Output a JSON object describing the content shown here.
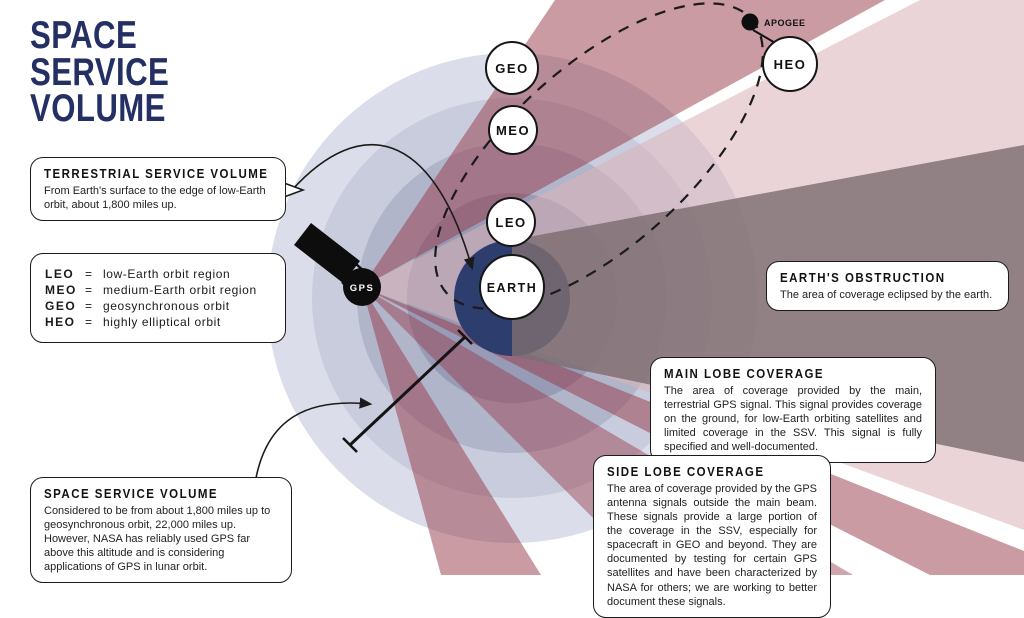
{
  "title": {
    "line1": "SPACE",
    "line2": "SERVICE",
    "line3": "VOLUME"
  },
  "callouts": {
    "terrestrial": {
      "heading": "TERRESTRIAL SERVICE VOLUME",
      "body": "From Earth's surface to the edge of low-Earth orbit, about 1,800 miles up."
    },
    "space": {
      "heading": "SPACE SERVICE VOLUME",
      "body": "Considered to be from about 1,800 miles up to geosynchronous orbit, 22,000 miles up. However, NASA has reliably used GPS far above this altitude and is considering applications of GPS in lunar orbit."
    },
    "main_lobe": {
      "heading": "MAIN LOBE COVERAGE",
      "body": "The area of coverage provided by the main, terrestrial GPS signal. This signal provides coverage on the ground, for low-Earth orbiting satellites and limited coverage in the SSV. This signal is fully specified and well-documented."
    },
    "side_lobe": {
      "heading": "SIDE LOBE COVERAGE",
      "body": "The area of coverage provided by the GPS antenna signals outside the main beam. These signals provide a large portion of the coverage in the SSV, especially for spacecraft in GEO and beyond. They are documented by testing for certain GPS satellites and have been characterized by NASA for others; we are working to better document these signals."
    },
    "earth_obstruction": {
      "heading": "EARTH'S OBSTRUCTION",
      "body": "The area of coverage eclipsed by the earth."
    }
  },
  "legend": {
    "eq": "=",
    "items": [
      {
        "abbr": "LEO",
        "definition": "low-Earth orbit region"
      },
      {
        "abbr": "MEO",
        "definition": "medium-Earth orbit region"
      },
      {
        "abbr": "GEO",
        "definition": "geosynchronous orbit"
      },
      {
        "abbr": "HEO",
        "definition": "highly elliptical orbit"
      }
    ]
  },
  "diagram": {
    "orbit_labels": {
      "geo": "GEO",
      "meo": "MEO",
      "leo": "LEO",
      "earth": "EARTH",
      "heo": "HEO"
    },
    "apogee_label": "APOGEE",
    "gps_label": "GPS"
  },
  "colors": {
    "title_navy": "#243063",
    "earth_navy": "#2c3d6e",
    "side_lobe_pink": "#cb9aa2",
    "main_lobe_pink": "#ecd6d9",
    "obstruction_taupe": "#968b8e",
    "orbit_ring_lavender": "#c8ccdd"
  }
}
